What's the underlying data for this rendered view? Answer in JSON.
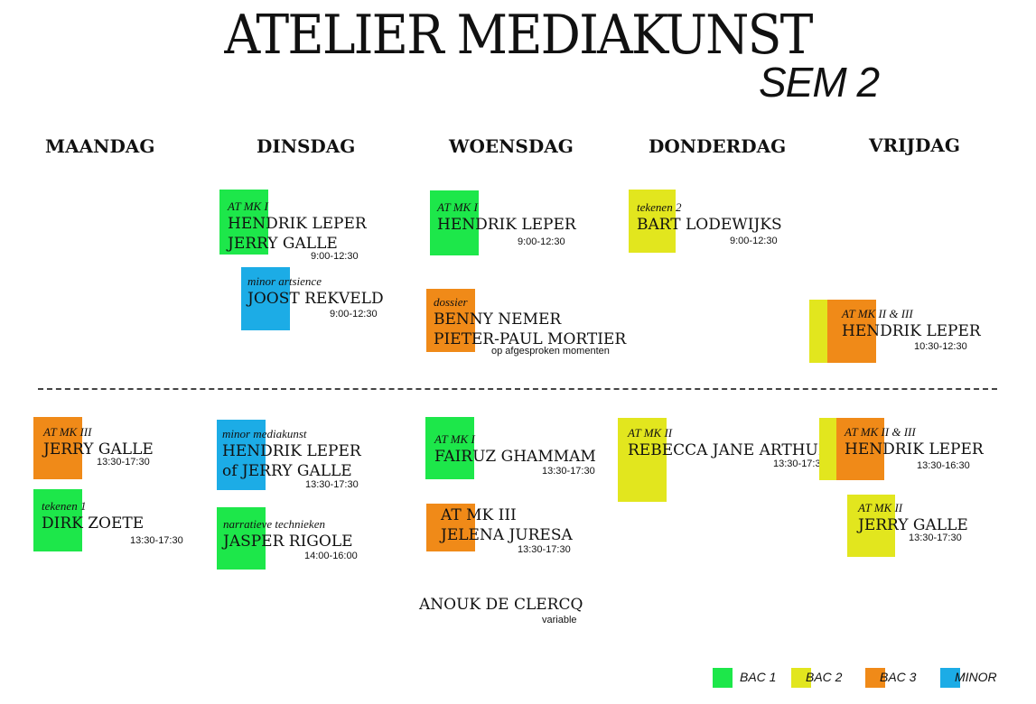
{
  "colors": {
    "bac1": "#1de74a",
    "bac2": "#e2e61e",
    "bac3": "#f08a18",
    "minor": "#1cace6"
  },
  "header": {
    "title": "ATELIER MEDIAKUNST",
    "subtitle": "SEM 2"
  },
  "days": [
    "MAANDAG",
    "DINSDAG",
    "WOENSDAG",
    "DONDERDAG",
    "VRIJDAG"
  ],
  "morning": [
    {
      "course": "AT MK I",
      "teacher1": "HENDRIK LEPER",
      "teacher2": "JERRY GALLE",
      "time": "9:00-12:30"
    },
    {
      "course": "minor artsience",
      "teacher1": "JOOST REKVELD",
      "time": "9:00-12:30"
    },
    {
      "course": "AT MK I",
      "teacher1": "HENDRIK LEPER",
      "time": "9:00-12:30"
    },
    {
      "course": "dossier",
      "teacher1": "BENNY NEMER",
      "teacher2": "PIETER-PAUL MORTIER",
      "time": "op afgesproken momenten"
    },
    {
      "course": "tekenen 2",
      "teacher1": "BART LODEWIJKS",
      "time": "9:00-12:30"
    },
    {
      "course": "AT MK II & III",
      "teacher1": "HENDRIK LEPER",
      "time": "10:30-12:30"
    }
  ],
  "afternoon": [
    {
      "course": "AT MK III",
      "teacher1": "JERRY GALLE",
      "time": "13:30-17:30"
    },
    {
      "course": "tekenen 1",
      "teacher1": "DIRK ZOETE",
      "time": "13:30-17:30"
    },
    {
      "course": "minor mediakunst",
      "teacher1": "HENDRIK LEPER",
      "teacher2": "of JERRY GALLE",
      "time": "13:30-17:30"
    },
    {
      "course": "narratieve technieken",
      "teacher1": "JASPER RIGOLE",
      "time": "14:00-16:00"
    },
    {
      "course": "AT MK I",
      "teacher1": "FAIRUZ GHAMMAM",
      "time": "13:30-17:30"
    },
    {
      "teacher1": "AT MK III",
      "teacher2": "JELENA JURESA",
      "time": "13:30-17:30"
    },
    {
      "teacher1": "ANOUK DE CLERCQ",
      "time": "variable"
    },
    {
      "course": "AT MK II",
      "teacher1": "REBECCA JANE ARTHUR",
      "time": "13:30-17:30"
    },
    {
      "course": "AT MK II & III",
      "teacher1": "HENDRIK LEPER",
      "time": "13:30-16:30"
    },
    {
      "course": "AT MK II",
      "teacher1": "JERRY GALLE",
      "time": "13:30-17:30"
    }
  ],
  "legend": [
    {
      "label": "BAC 1",
      "color": "#1de74a"
    },
    {
      "label": "BAC 2",
      "color": "#e2e61e"
    },
    {
      "label": "BAC 3",
      "color": "#f08a18"
    },
    {
      "label": "MINOR",
      "color": "#1cace6"
    }
  ]
}
